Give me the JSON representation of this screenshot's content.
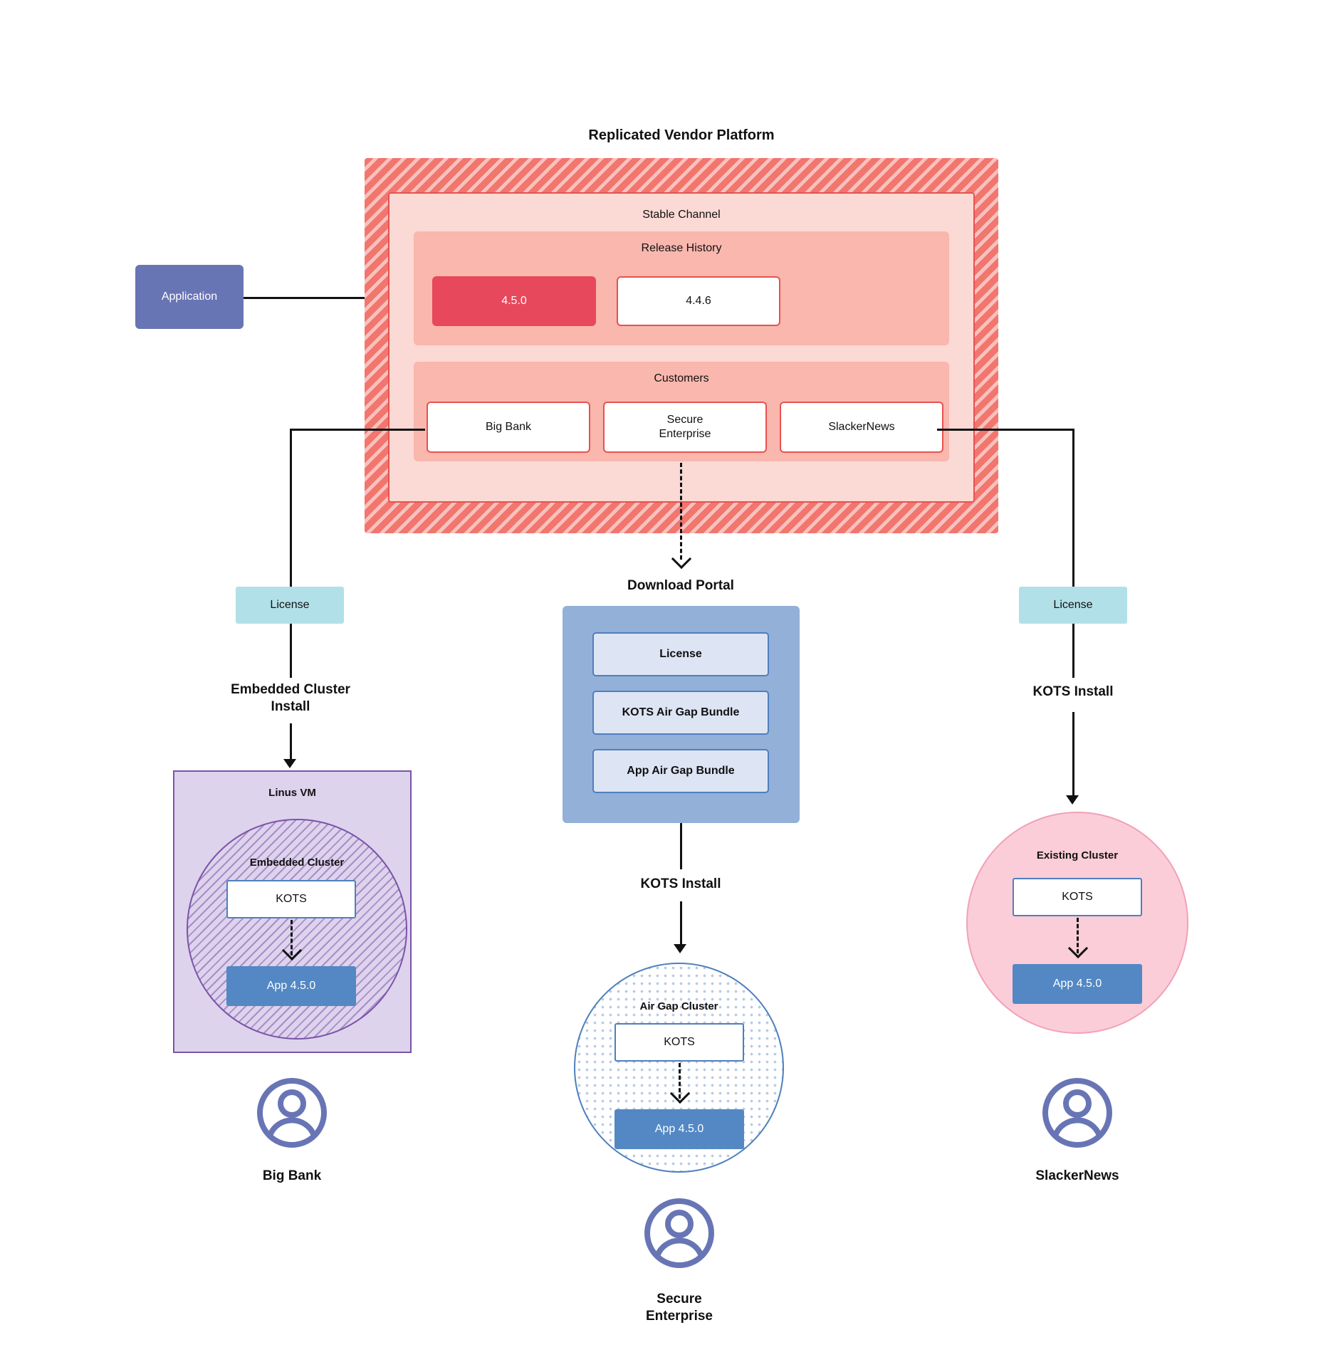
{
  "diagram": {
    "title": "Replicated Vendor Platform",
    "application": {
      "label": "Application"
    },
    "vendor_platform": {
      "stable_channel": {
        "label": "Stable Channel"
      },
      "release_history": {
        "label": "Release History",
        "releases": [
          {
            "version": "4.5.0",
            "state": "current"
          },
          {
            "version": "4.4.6",
            "state": "past"
          }
        ]
      },
      "customers": {
        "label": "Customers",
        "items": [
          {
            "name": "Big Bank"
          },
          {
            "name": "Secure\nEnterprise"
          },
          {
            "name": "SlackerNews"
          }
        ]
      }
    },
    "branches": {
      "left": {
        "license_label": "License",
        "flow_label": "Embedded Cluster\nInstall",
        "host": {
          "label": "Linus VM"
        },
        "cluster": {
          "label": "Embedded Cluster"
        },
        "kots": {
          "label": "KOTS"
        },
        "app": {
          "label": "App 4.5.0"
        },
        "persona": {
          "name": "Big Bank",
          "icon": "user-avatar-icon"
        }
      },
      "middle": {
        "portal_title": "Download  Portal",
        "portal_items": [
          {
            "label": "License"
          },
          {
            "label": "KOTS Air Gap Bundle"
          },
          {
            "label": "App Air Gap Bundle"
          }
        ],
        "flow_label": "KOTS Install",
        "cluster": {
          "label": "Air Gap Cluster"
        },
        "kots": {
          "label": "KOTS"
        },
        "app": {
          "label": "App 4.5.0"
        },
        "persona": {
          "name": "Secure\nEnterprise",
          "icon": "user-avatar-icon"
        }
      },
      "right": {
        "license_label": "License",
        "flow_label": "KOTS Install",
        "cluster": {
          "label": "Existing Cluster"
        },
        "kots": {
          "label": "KOTS"
        },
        "app": {
          "label": "App 4.5.0"
        },
        "persona": {
          "name": "SlackerNews",
          "icon": "user-avatar-icon"
        }
      }
    },
    "colors": {
      "platform_hatch": "#f2756e",
      "channel_bg": "#fbd9d4",
      "inner_panel_bg": "#f9b7ae",
      "release_current": "#e8485c",
      "accent_red_border": "#e8514f",
      "application": "#6875b5",
      "license": "#b2e0e8",
      "portal": "#93b0d8",
      "portal_item": "#dde4f4",
      "app_chip": "#5388c4",
      "kots_border": "#4f7fbd",
      "vm_purple": "#ddd3ec",
      "vm_purple_border": "#7b53a8",
      "existing_cluster": "#fbcdd8",
      "existing_cluster_border": "#f2a0b8",
      "persona_icon": "#6875b5",
      "connector": "#111111"
    }
  }
}
